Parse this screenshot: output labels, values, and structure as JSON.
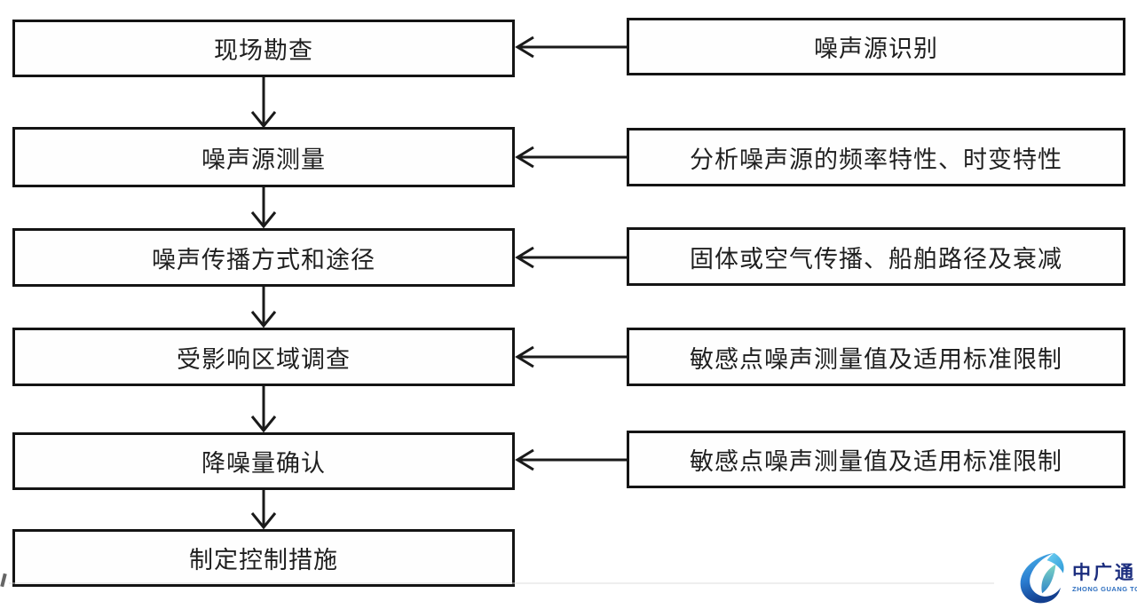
{
  "flowchart": {
    "main_steps": [
      "现场勘查",
      "噪声源测量",
      "噪声传播方式和途径",
      "受影响区域调查",
      "降噪量确认",
      "制定控制措施"
    ],
    "side_inputs": [
      "噪声源识别",
      "分析噪声源的频率特性、时变特性",
      "固体或空气传播、船舶路径及衰减",
      "敏感点噪声测量值及适用标准限制",
      "敏感点噪声测量值及适用标准限制"
    ]
  },
  "logo": {
    "name": "中广通",
    "subtitle": "ZHONG GUANG TONG",
    "icon": "swirl-leaf-icon"
  },
  "colors": {
    "line": "#1a1a1a",
    "box_border": "#141414",
    "text": "#1f1f1f",
    "logo_name_text": "#1b2d7e",
    "logo_subtitle_text": "#2e6fc0",
    "logo_blue_light": "#4ab5e8",
    "logo_blue_dark": "#133f8f",
    "logo_teal": "#3fae9f"
  }
}
